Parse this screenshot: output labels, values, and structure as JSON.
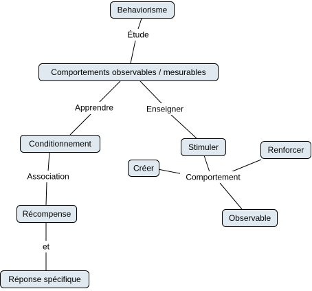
{
  "concepts": {
    "behaviorisme": "Behaviorisme",
    "comportements": "Comportements observables / mesurables",
    "conditionnement": "Conditionnement",
    "recompense": "Récompense",
    "reponse": "Réponse spécifique",
    "stimuler": "Stimuler",
    "renforcer": "Renforcer",
    "creer": "Créer",
    "observable": "Observable"
  },
  "links": {
    "etude": "Étude",
    "apprendre": "Apprendre",
    "enseigner": "Enseigner",
    "association": "Association",
    "et": "et",
    "comportement": "Comportement"
  },
  "colors": {
    "node_fill": "#dfe9ef",
    "node_border": "#000000",
    "line": "#000000",
    "background": "#ffffff"
  }
}
